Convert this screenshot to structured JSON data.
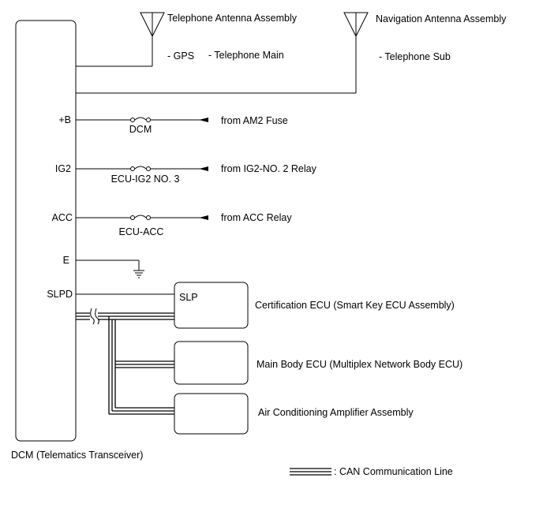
{
  "diagram": {
    "main_unit": "DCM (Telematics Transceiver)",
    "antennas": [
      {
        "name": "Telephone Antenna Assembly",
        "signals": [
          "- GPS",
          "- Telephone Main"
        ]
      },
      {
        "name": "Navigation Antenna Assembly",
        "signals": [
          "- Telephone Sub"
        ]
      }
    ],
    "power_terminals": [
      {
        "terminal": "+B",
        "fuse": "DCM",
        "source": "from AM2 Fuse"
      },
      {
        "terminal": "IG2",
        "fuse": "ECU-IG2 NO. 3",
        "source": "from IG2-NO. 2 Relay"
      },
      {
        "terminal": "ACC",
        "fuse": "ECU-ACC",
        "source": "from ACC Relay"
      }
    ],
    "ground_terminal": "E",
    "slpd": {
      "terminal": "SLPD",
      "target_terminal": "SLP"
    },
    "ecus": [
      "Certification ECU (Smart Key ECU Assembly)",
      "Main Body ECU (Multiplex Network Body ECU)",
      "Air Conditioning Amplifier Assembly"
    ],
    "legend": ": CAN Communication Line"
  }
}
